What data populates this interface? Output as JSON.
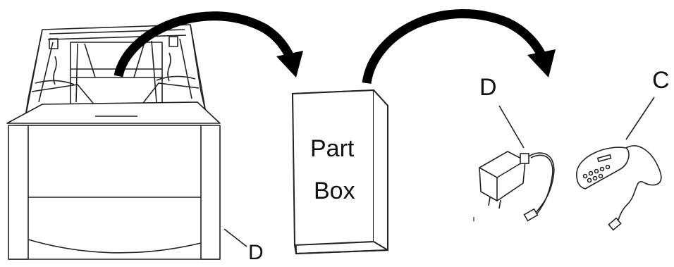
{
  "labels": {
    "base_callout": "D",
    "adapter_callout": "D",
    "remote_callout": "C"
  },
  "part_box": {
    "line1": "Part",
    "line2": "Box"
  },
  "colors": {
    "line": "#222222",
    "arrow": "#000000",
    "background": "#ffffff"
  },
  "icons": [
    "bed-base-frame",
    "curved-arrow",
    "part-box",
    "power-adapter",
    "handheld-remote"
  ]
}
